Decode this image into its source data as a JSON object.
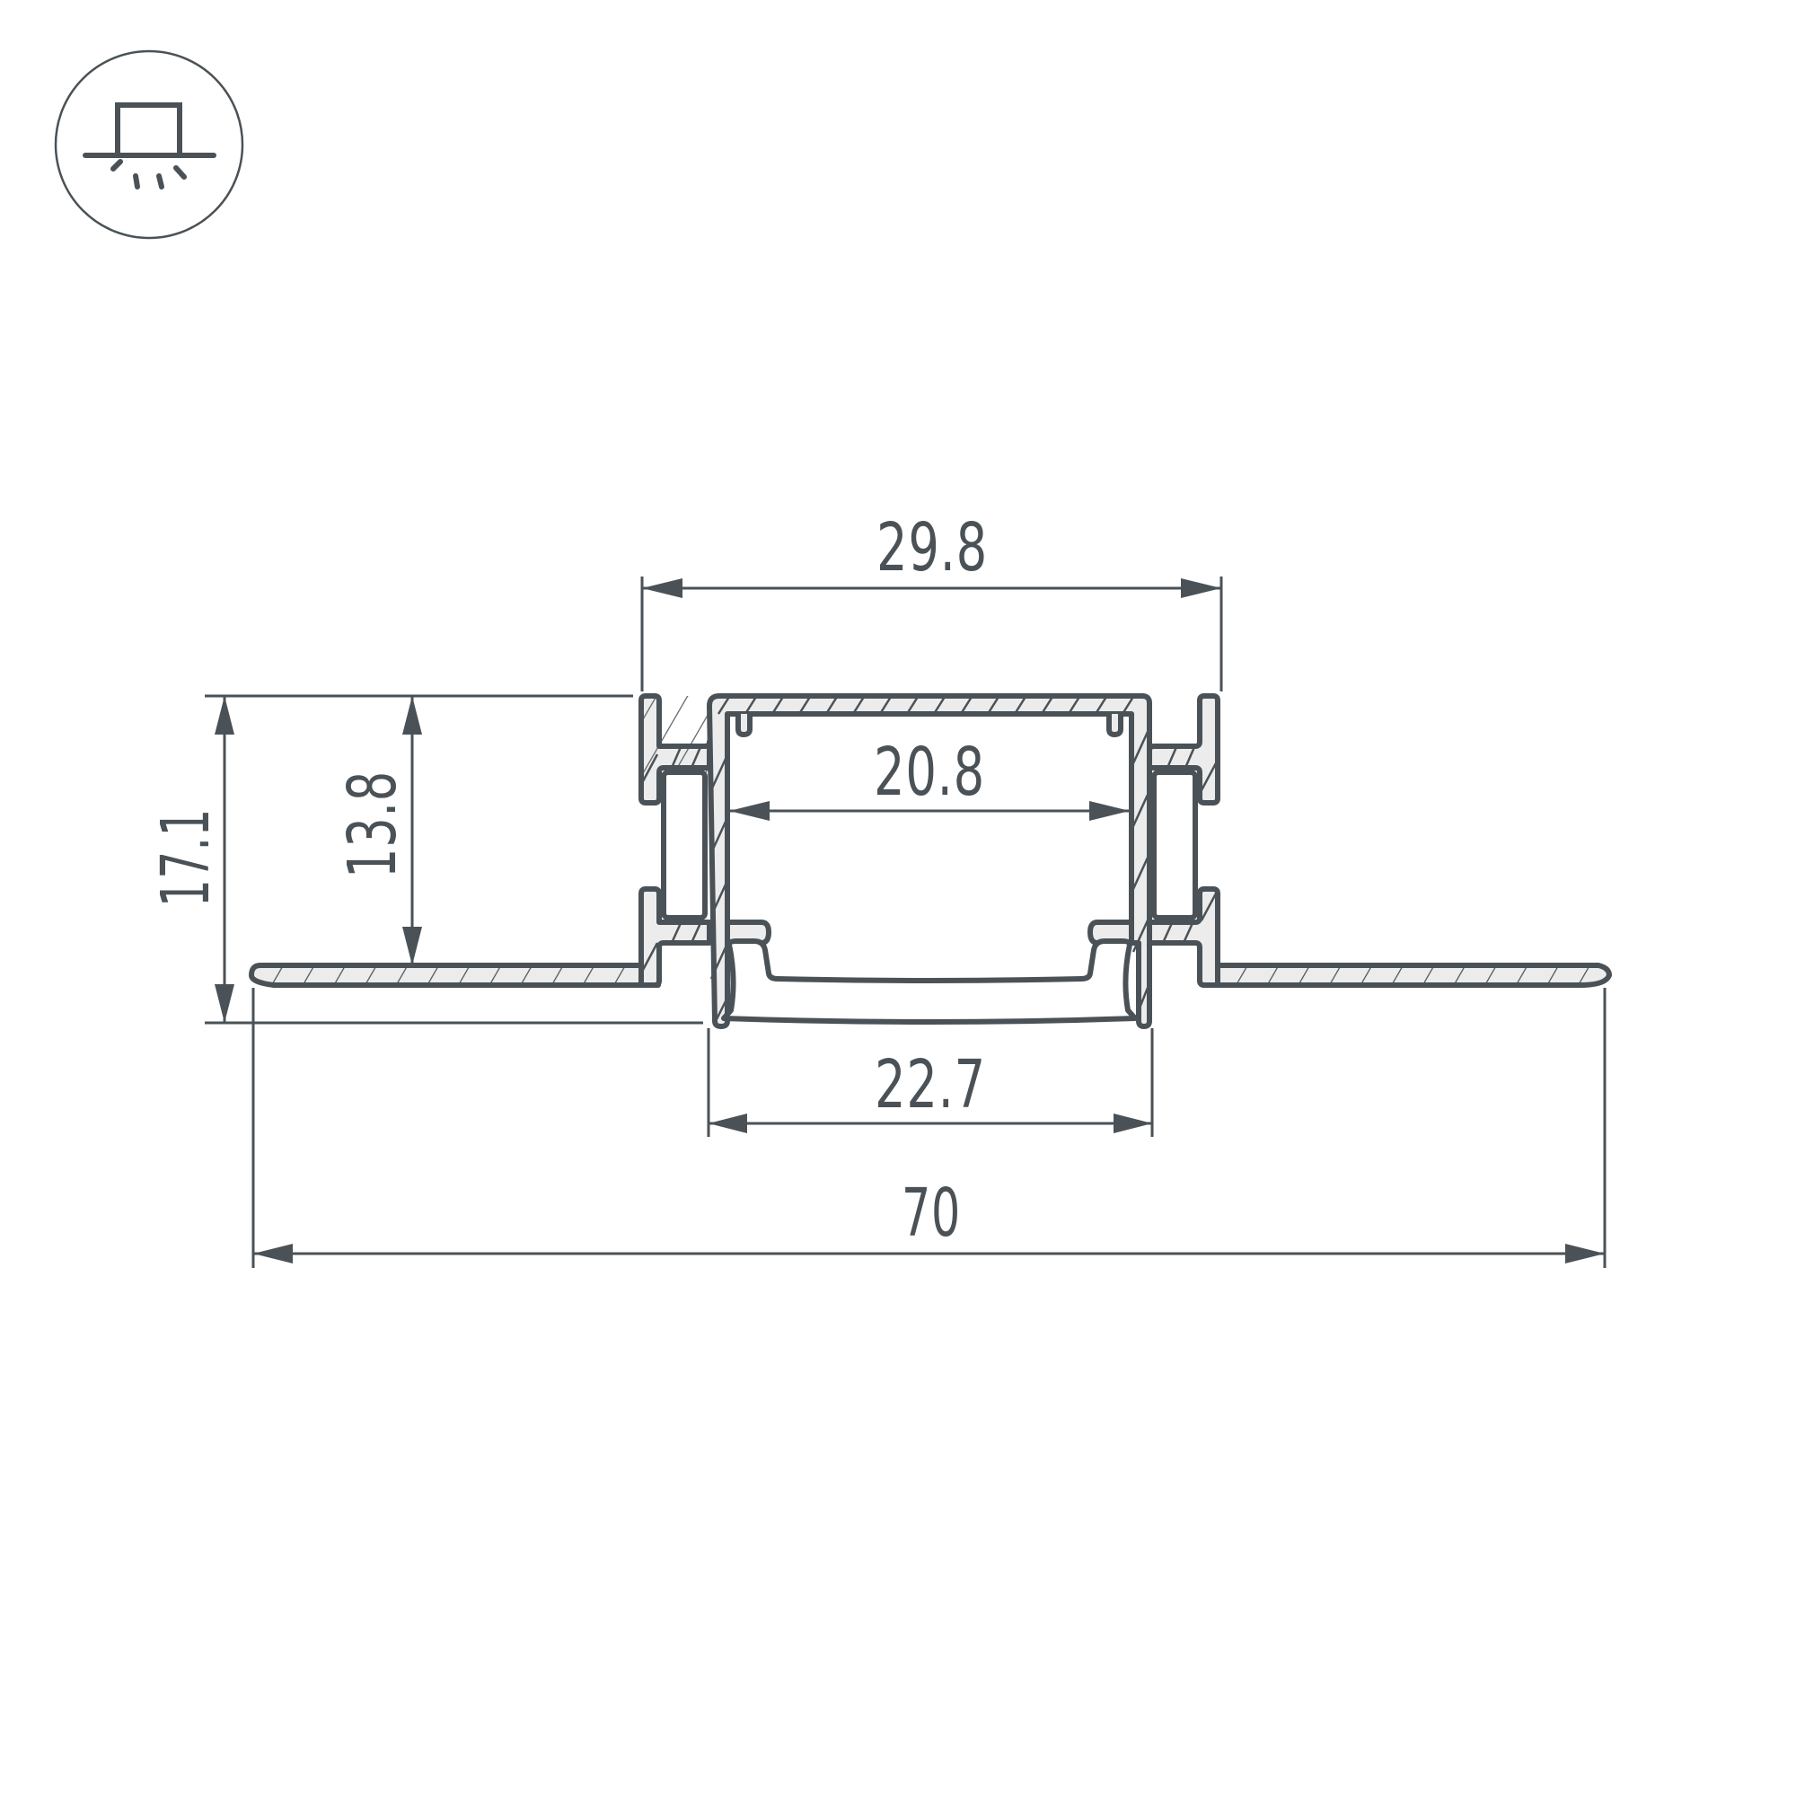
{
  "drawing": {
    "type": "technical cross-section drawing",
    "subject": "recessed aluminium LED profile with diffuser",
    "units": "mm",
    "mount_icon": "recessed-ceiling-light-icon",
    "colors": {
      "line": "#4a5257",
      "fill": "#ececec",
      "background": "#ffffff"
    }
  },
  "dimensions": {
    "overall_width": "70",
    "top_channel_width": "29.8",
    "inner_width": "20.8",
    "diffuser_width": "22.7",
    "total_height": "17.1",
    "recess_depth": "13.8"
  }
}
